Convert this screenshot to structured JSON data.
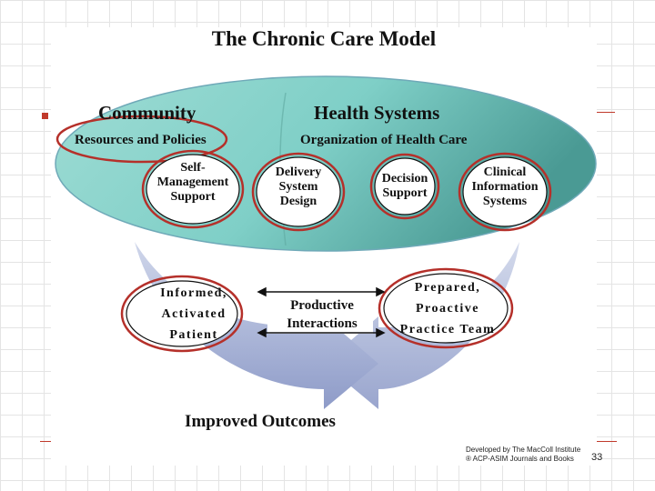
{
  "diagram": {
    "title": "The Chronic Care Model",
    "community": {
      "heading": "Community",
      "subheading": "Resources and Policies"
    },
    "health_systems": {
      "heading": "Health Systems",
      "subheading": "Organization of Health Care"
    },
    "components": [
      "Self-\nManagement\nSupport",
      "Delivery\nSystem\nDesign",
      "Decision\nSupport",
      "Clinical\nInformation\nSystems"
    ],
    "patient": "Informed,\nActivated\nPatient",
    "interactions": "Productive\nInteractions",
    "team": "Prepared,\nProactive\nPractice Team",
    "outcomes": "Improved Outcomes",
    "credit": "Developed by The MacColl Institute\n® ACP-ASIM Journals and Books",
    "colors": {
      "ellipse_fill": "#7fcfc7",
      "ellipse_dark": "#4a9a94",
      "circle_red": "#b5302a",
      "arrow": "#9ba9cf"
    }
  },
  "slide": {
    "page_number": "33"
  }
}
